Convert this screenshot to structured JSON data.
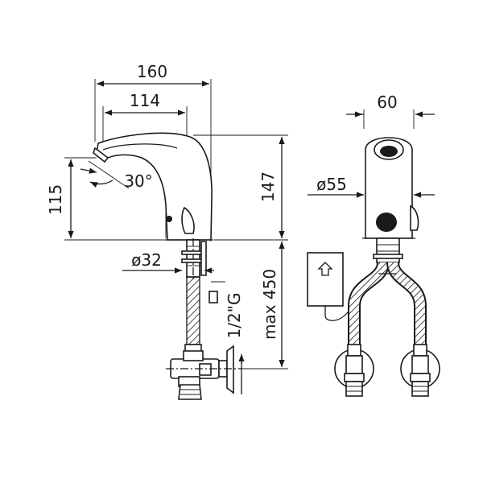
{
  "dimensions": {
    "width_total": "160",
    "spout_reach": "114",
    "spout_angle": "30°",
    "height_spout": "115",
    "height_total": "147",
    "base_diameter": "ø32",
    "hose_length": "max 450",
    "thread": "1/2\"G",
    "body_width": "60",
    "body_diameter": "ø55"
  },
  "colors": {
    "line": "#1a1a1a",
    "background": "#ffffff"
  }
}
